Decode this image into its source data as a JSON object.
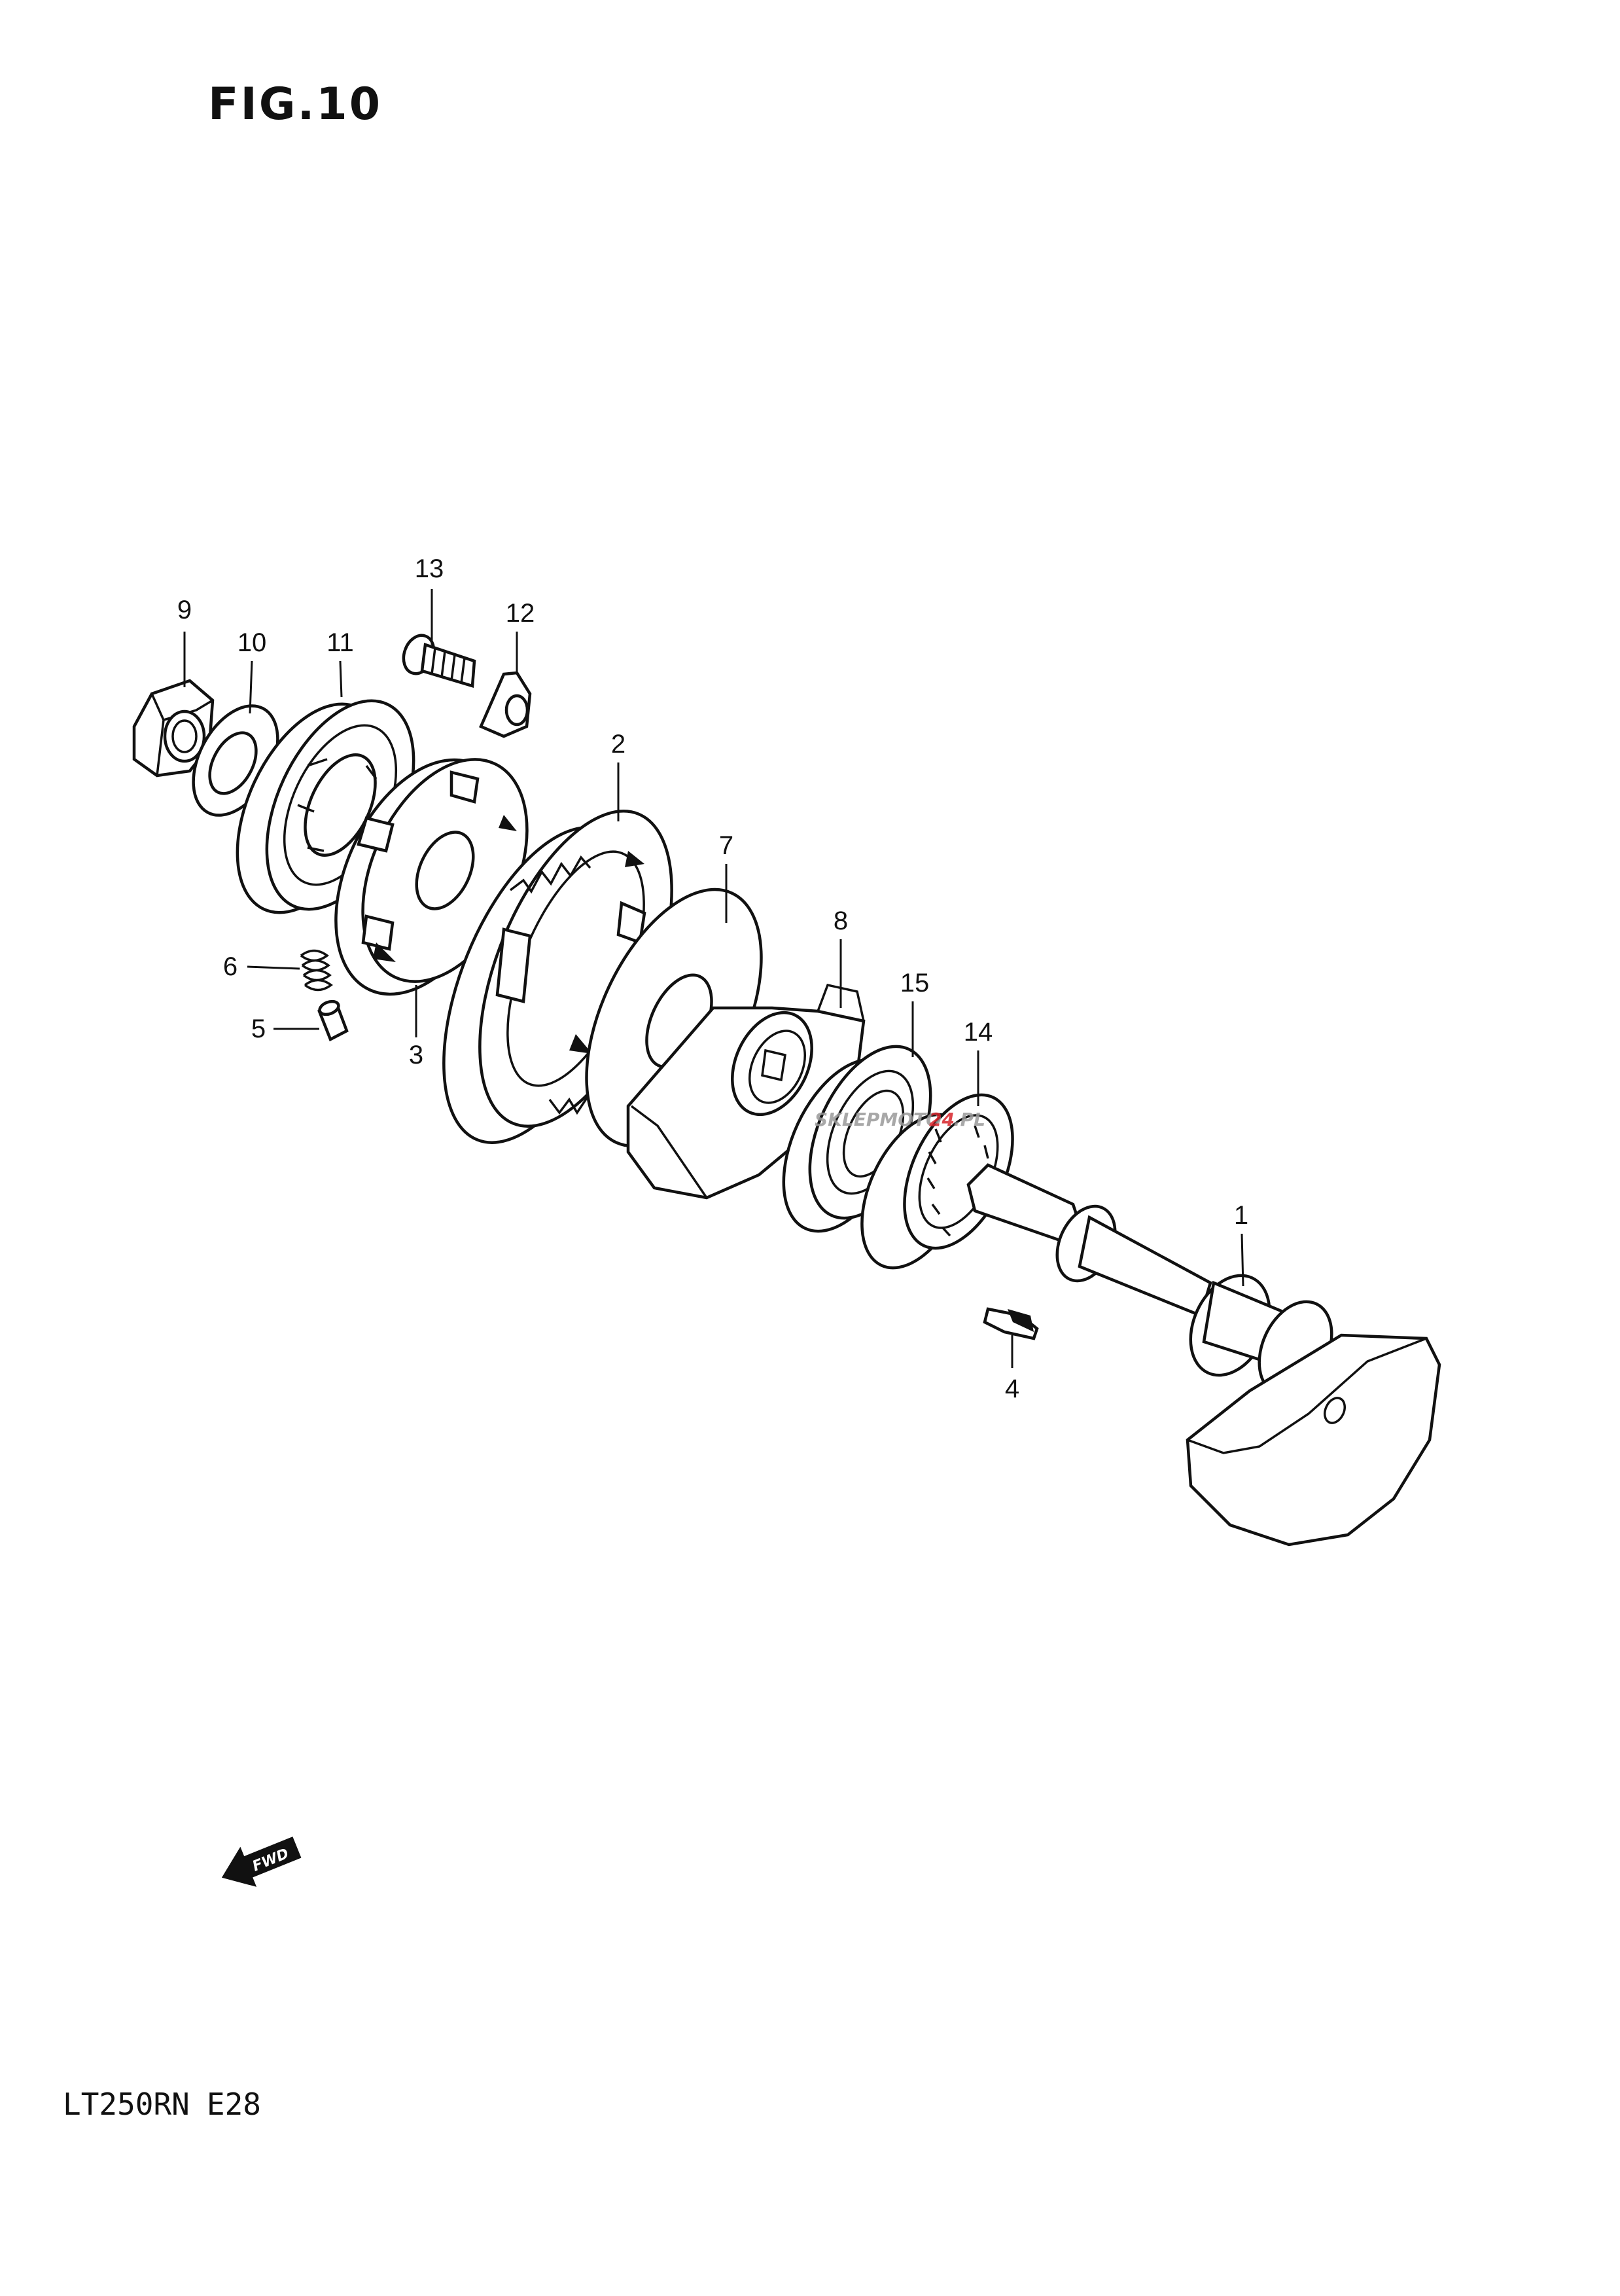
{
  "figure": {
    "title": "FIG.10"
  },
  "callouts": {
    "n1": "1",
    "n2": "2",
    "n3": "3",
    "n4": "4",
    "n5": "5",
    "n6": "6",
    "n7": "7",
    "n8": "8",
    "n9": "9",
    "n10": "10",
    "n11": "11",
    "n12": "12",
    "n13": "13",
    "n14": "14",
    "n15": "15"
  },
  "direction_marker": {
    "label": "FWD",
    "icon": "fwd-arrow-icon"
  },
  "watermark": {
    "brand_a": "SKLEPMOTO",
    "brand_b": "24",
    "brand_c": ".PL"
  },
  "footer": {
    "model": "LT250RN",
    "region": "E28"
  },
  "colors": {
    "ink": "#111111",
    "watermark_red": "#d8242b",
    "watermark_gray": "#9a9a9a"
  }
}
